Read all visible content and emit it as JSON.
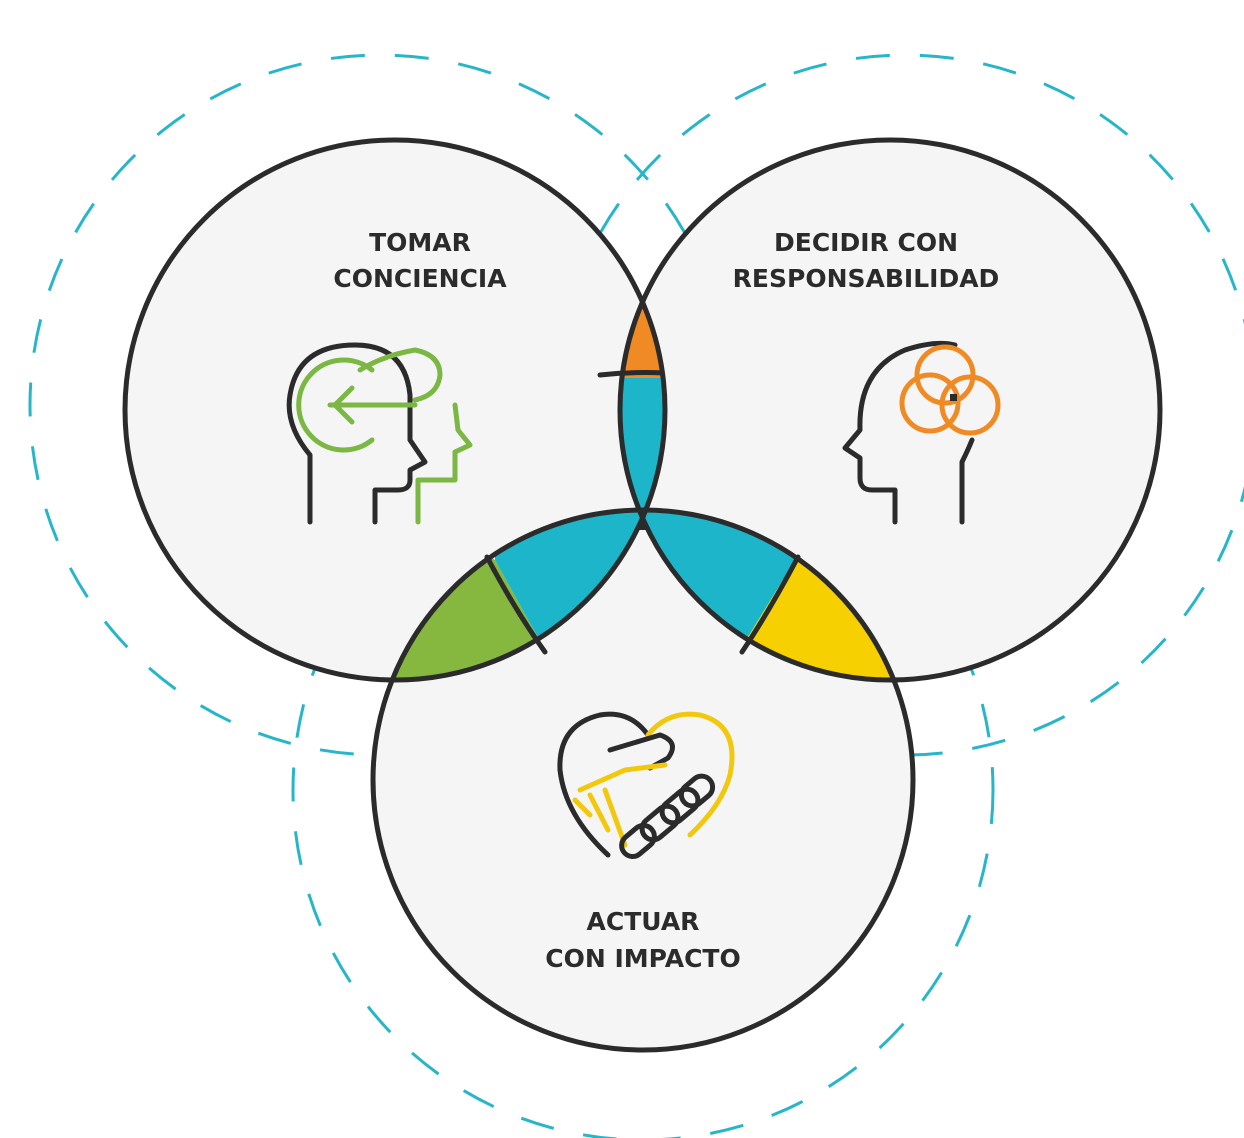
{
  "diagram": {
    "circles": {
      "top_left": {
        "line1": "TOMAR",
        "line2": "CONCIENCIA",
        "icon": "mind-awareness-icon"
      },
      "top_right": {
        "line1": "DECIDIR CON",
        "line2": "RESPONSABILIDAD",
        "icon": "mind-decision-icon"
      },
      "bottom": {
        "line1": "ACTUAR",
        "line2": "CON IMPACTO",
        "icon": "handshake-heart-icon"
      }
    },
    "colors": {
      "circle_fill": "#f5f5f5",
      "outline": "#2b2b2b",
      "orange": "#f08a24",
      "teal": "#1cb5c9",
      "green": "#86b73f",
      "yellow": "#f6d000",
      "dash": "#27b6c9"
    }
  }
}
